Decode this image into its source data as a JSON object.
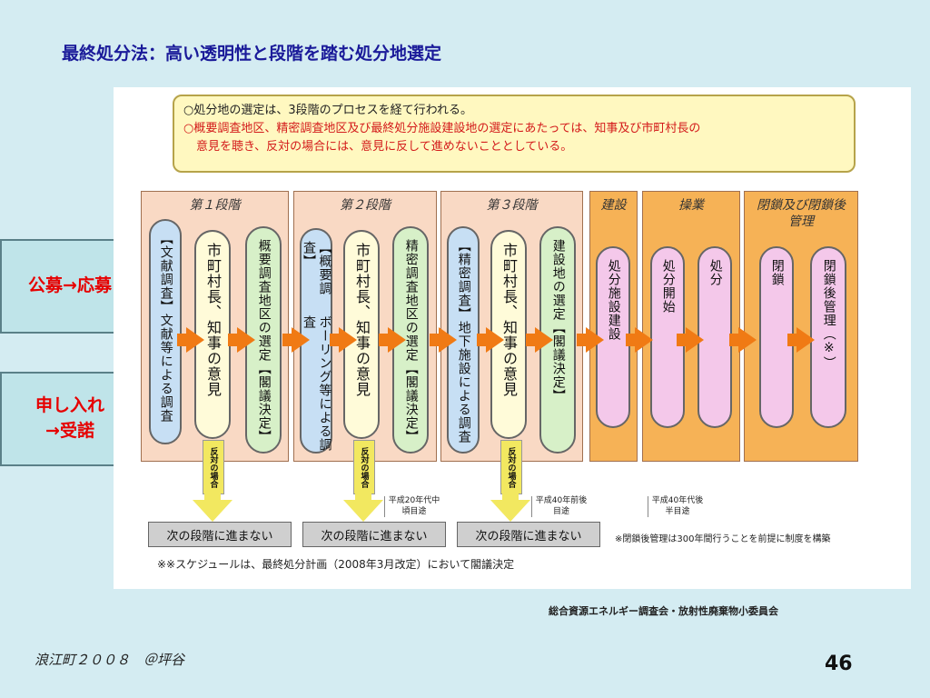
{
  "title": "最終処分法：高い透明性と段階を踏む処分地選定",
  "side_boxes": [
    "公募→応募",
    "申し入れ\n→受諾"
  ],
  "note": {
    "line1": "○処分地の選定は、3段階のプロセスを経て行われる。",
    "line2": "○概要調査地区、精密調査地区及び最終処分施設建設地の選定にあたっては、知事及び市町村長の",
    "line3": "意見を聴き、反対の場合には、意見に反して進めないこととしている。"
  },
  "stages": {
    "s1": {
      "head": "第１段階",
      "pill_a_tag": "【文献調査】",
      "pill_a": "文献等による調査",
      "pill_b": "市町村長、知事の意見",
      "pill_c": "概要調査地区の選定",
      "pill_c_tag": "【閣議決定】"
    },
    "s2": {
      "head": "第２段階",
      "pill_a_tag": "【概要調査】",
      "pill_a": "ボーリング等による調査",
      "pill_b": "市町村長、知事の意見",
      "pill_c": "精密調査地区の選定",
      "pill_c_tag": "【閣議決定】"
    },
    "s3": {
      "head": "第３段階",
      "pill_a_tag": "【精密調査】",
      "pill_a": "地下施設による調査",
      "pill_b": "市町村長、知事の意見",
      "pill_c": "建設地の選定",
      "pill_c_tag": "【閣議決定】"
    },
    "s4": {
      "head": "建設",
      "pill": "処分施設建設"
    },
    "s5": {
      "head": "操業",
      "pill_a": "処分開始",
      "pill_b": "処分"
    },
    "s6": {
      "head": "閉鎖及び閉鎖後管理",
      "pill_a": "閉鎖",
      "pill_b": "閉鎖後管理（※）"
    }
  },
  "opposition_label": "反対の場合",
  "timeline_notes": [
    "平成20年代中頃目途",
    "平成40年前後目途",
    "平成40年代後半目途"
  ],
  "next_label": "次の段階に進まない",
  "footnote1": "※閉鎖後管理は300年間行うことを前提に制度を構築",
  "footnote2": "※※スケジュールは、最終処分計画（2008年3月改定）において閣議決定",
  "source": "総合資源エネルギー調査会・放射性廃棄物小委員会",
  "footer_left": "浪江町２００８　＠坪谷",
  "page_number": "46",
  "colors": {
    "title": "#1a1a99",
    "side_text": "#e60000",
    "arrow": "#f07a14"
  }
}
